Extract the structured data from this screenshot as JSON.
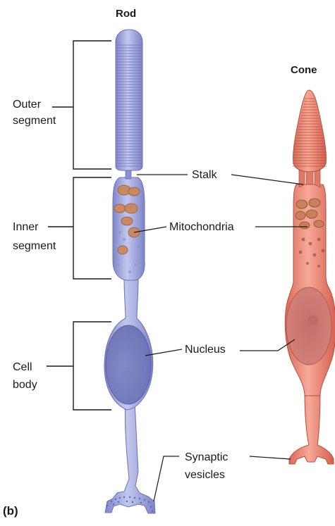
{
  "titles": {
    "rod": "Rod",
    "cone": "Cone"
  },
  "labels": {
    "outer_1": "Outer",
    "outer_2": "segment",
    "inner_1": "Inner",
    "inner_2": "segment",
    "cell_1": "Cell",
    "cell_2": "body",
    "stalk": "Stalk",
    "mito": "Mitochondria",
    "nucleus": "Nucleus",
    "syn_1": "Synaptic",
    "syn_2": "vesicles"
  },
  "panel_label": "(b)",
  "colors": {
    "rod_fill": "#a3a9dc",
    "rod_dark": "#7c82c4",
    "cone_fill": "#ec8e7c",
    "cone_dark": "#d0614f",
    "mito": "#c88a64",
    "lines": "#1a1a1a"
  }
}
